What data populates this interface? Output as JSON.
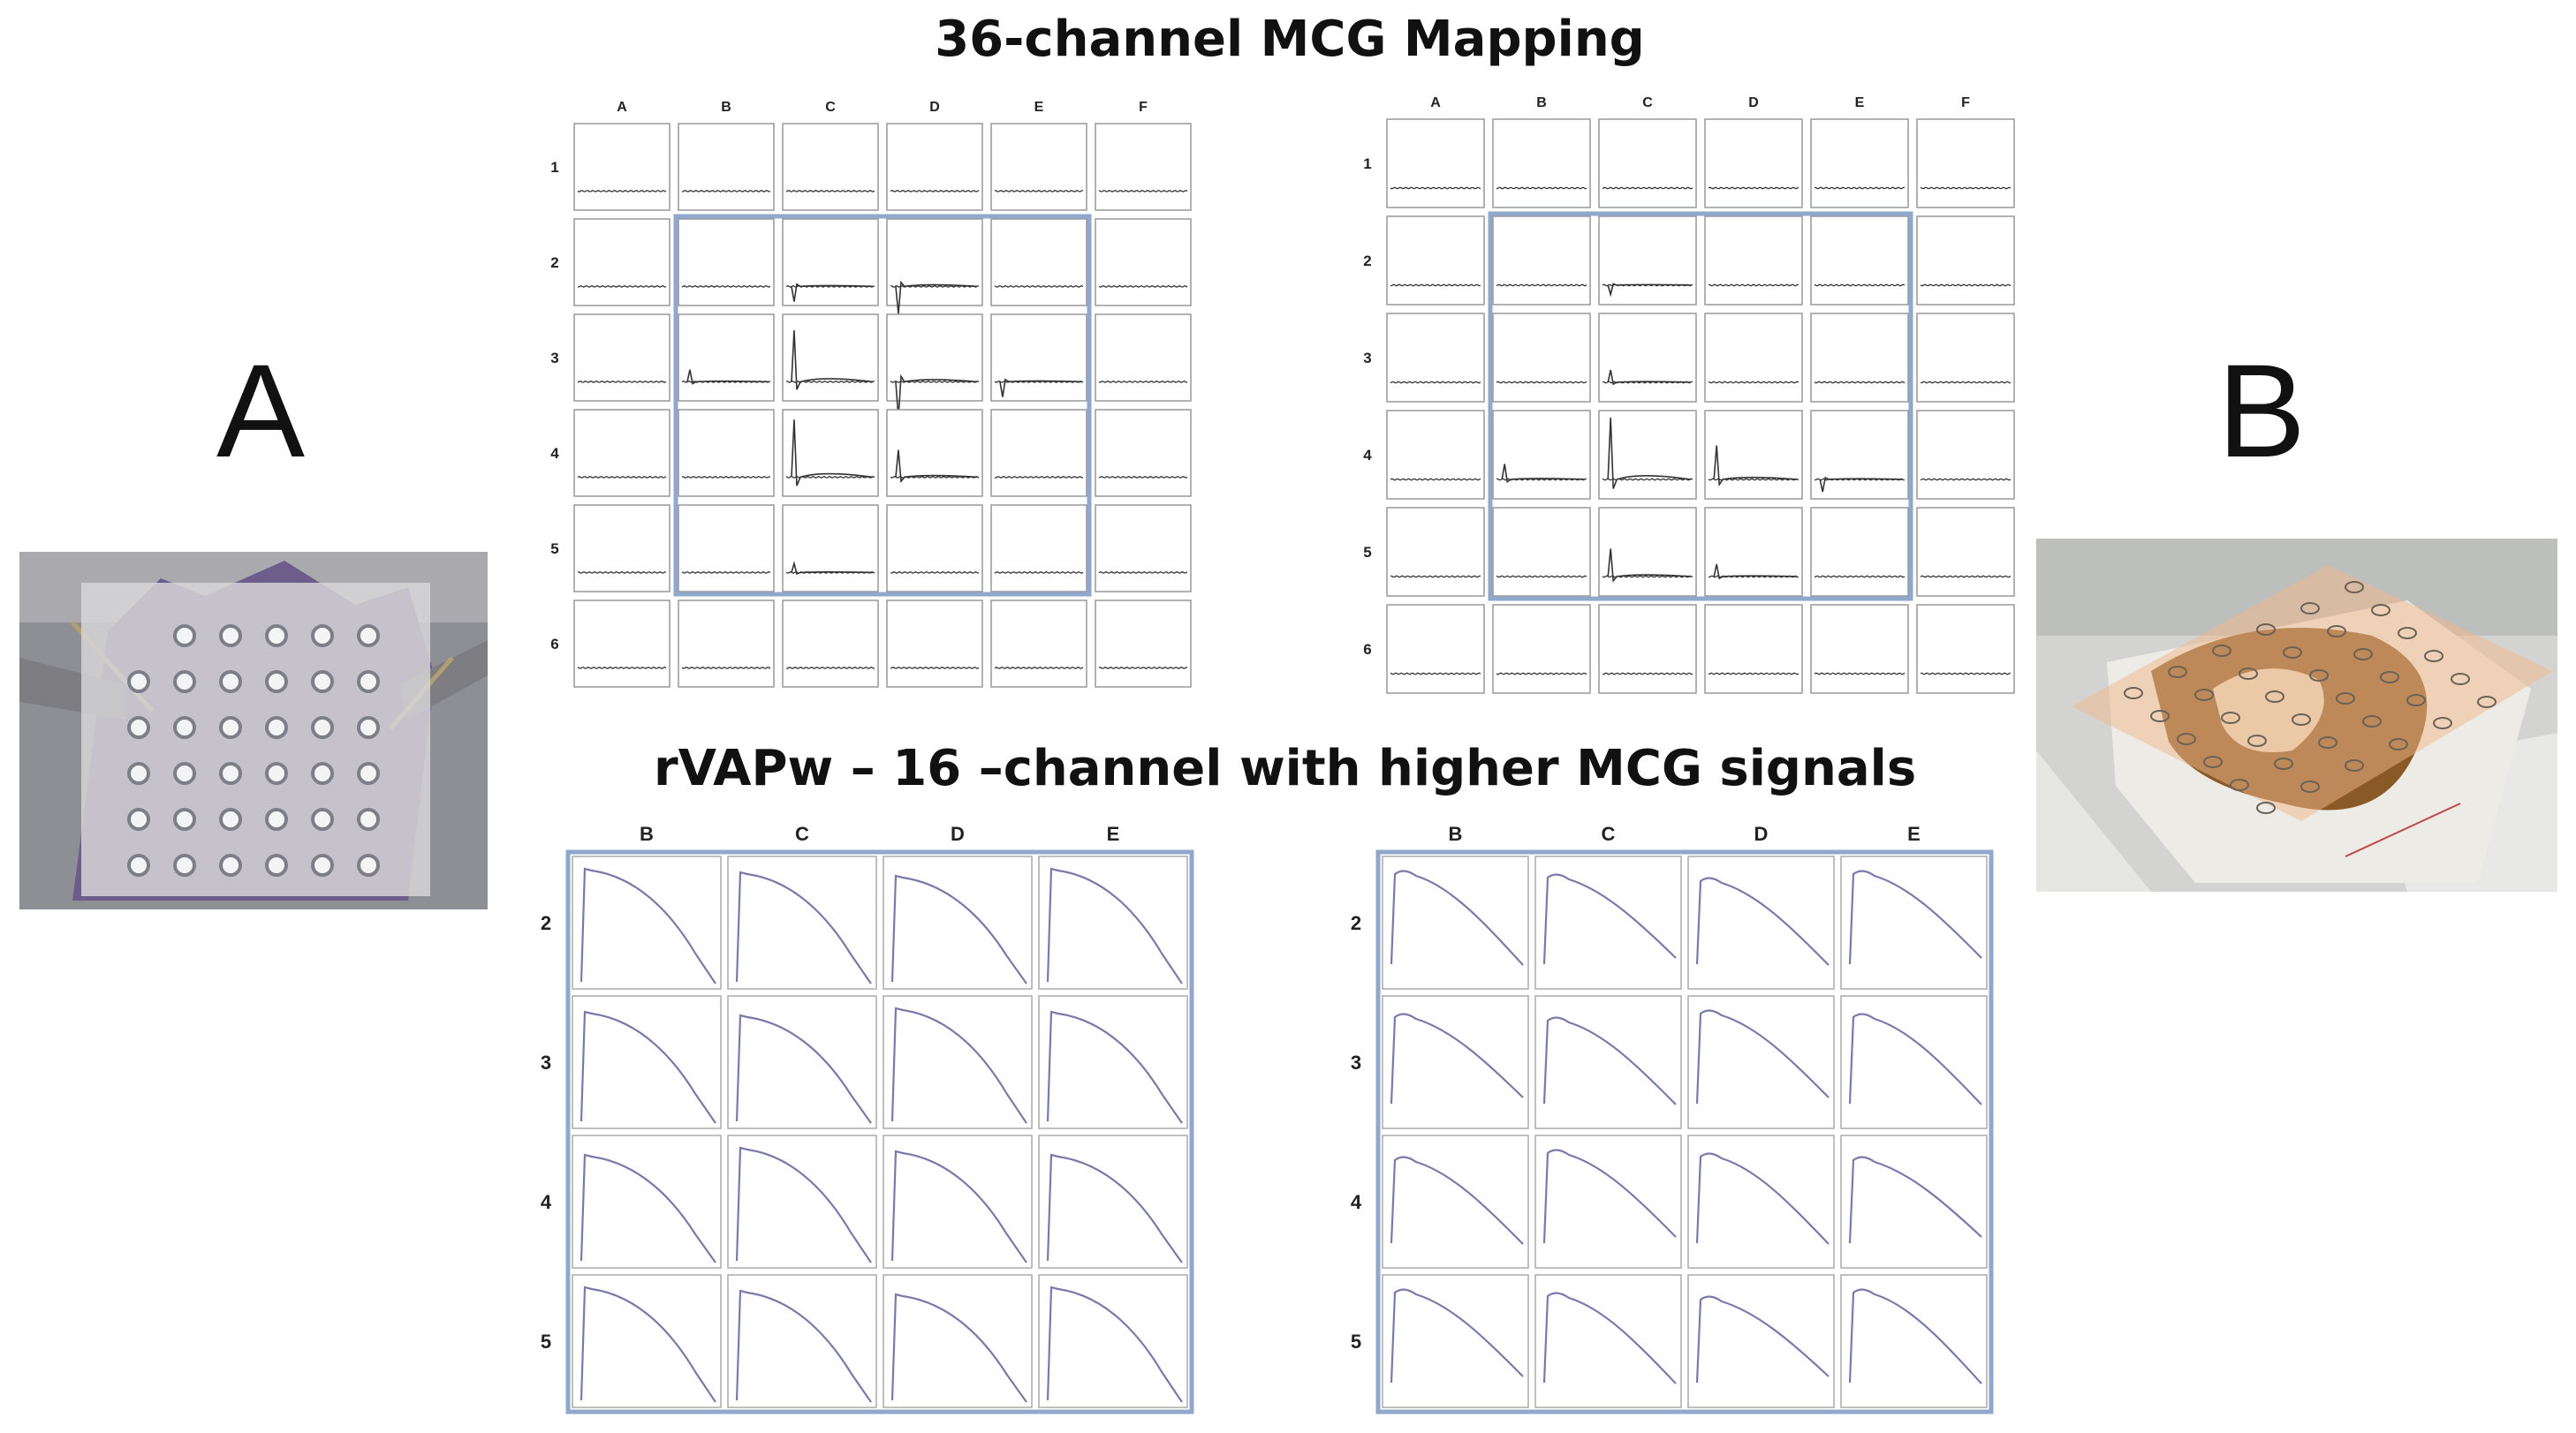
{
  "title_top": "36-channel MCG Mapping",
  "title_bottom": "rVAPw – 16 –channel with higher MCG signals",
  "panel_a_label": "A",
  "panel_b_label": "B",
  "mcg_grids": [
    {
      "id": "left",
      "cols": [
        "A",
        "B",
        "C",
        "D",
        "E",
        "F"
      ],
      "rows": [
        "1",
        "2",
        "3",
        "4",
        "5",
        "6"
      ],
      "highlight": {
        "cols": [
          "B",
          "E"
        ],
        "rows": [
          "2",
          "5"
        ]
      },
      "peaks": [
        {
          "row": 1,
          "col": 2,
          "amp": -0.25
        },
        {
          "row": 1,
          "col": 3,
          "amp": -0.45
        },
        {
          "row": 2,
          "col": 1,
          "amp": 0.2
        },
        {
          "row": 2,
          "col": 2,
          "amp": 0.85
        },
        {
          "row": 2,
          "col": 3,
          "amp": -0.6
        },
        {
          "row": 2,
          "col": 4,
          "amp": -0.25
        },
        {
          "row": 3,
          "col": 2,
          "amp": 0.95
        },
        {
          "row": 3,
          "col": 3,
          "amp": 0.45
        },
        {
          "row": 4,
          "col": 2,
          "amp": 0.15
        }
      ]
    },
    {
      "id": "right",
      "cols": [
        "A",
        "B",
        "C",
        "D",
        "E",
        "F"
      ],
      "rows": [
        "1",
        "2",
        "3",
        "4",
        "5",
        "6"
      ],
      "highlight": {
        "cols": [
          "B",
          "E"
        ],
        "rows": [
          "2",
          "5"
        ]
      },
      "peaks": [
        {
          "row": 1,
          "col": 2,
          "amp": -0.15
        },
        {
          "row": 2,
          "col": 2,
          "amp": 0.2
        },
        {
          "row": 3,
          "col": 1,
          "amp": 0.25
        },
        {
          "row": 3,
          "col": 2,
          "amp": 1.0
        },
        {
          "row": 3,
          "col": 3,
          "amp": 0.55
        },
        {
          "row": 3,
          "col": 4,
          "amp": -0.2
        },
        {
          "row": 4,
          "col": 2,
          "amp": 0.45
        },
        {
          "row": 4,
          "col": 3,
          "amp": 0.2
        }
      ]
    }
  ],
  "rvap_grids": [
    {
      "id": "left",
      "cols": [
        "B",
        "C",
        "D",
        "E"
      ],
      "rows": [
        "2",
        "3",
        "4",
        "5"
      ],
      "shape": "sharp"
    },
    {
      "id": "right",
      "cols": [
        "B",
        "C",
        "D",
        "E"
      ],
      "rows": [
        "2",
        "3",
        "4",
        "5"
      ],
      "shape": "round"
    }
  ],
  "colors": {
    "frame": "#8fa8cc",
    "cell_border": "#999999",
    "trace_mcg": "#333333",
    "trace_rvap": "#7a7aaa"
  }
}
